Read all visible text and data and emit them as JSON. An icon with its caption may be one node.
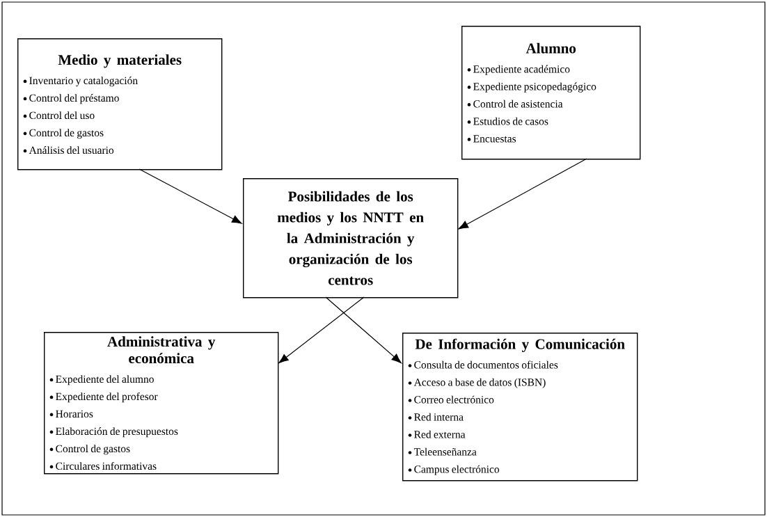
{
  "diagram": {
    "nodes": [
      {
        "text": [
          "Medio y materiales",
          "Inventario y catalogación",
          "Control del préstamo",
          "Control del uso",
          "Control de gastos",
          "Análisis del usuario"
        ]
      },
      {
        "text": [
          "Alumno",
          "Expediente académico",
          "Expediente psicopedagógico",
          "Control de asistencia",
          "Estudios de casos",
          "Encuestas"
        ]
      },
      {
        "text": [
          "Posibilidades de los medios y los NNTT en la Administración y organización de los centros"
        ]
      },
      {
        "text": [
          "Administrativa y económica",
          "Expediente del alumno",
          "Expediente del profesor",
          "Horarios",
          "Elaboración de presupuestos",
          "Control de gastos",
          "Circulares informativas"
        ]
      },
      {
        "text": [
          "De Información y Comunicación",
          "Consulta de documentos oficiales",
          "Acceso a base de datos (ISBN)",
          "Correo electrónico",
          "Red interna",
          "Red externa",
          "Teleenseñanza",
          "Campus electrónico"
        ]
      }
    ],
    "edges": [
      {
        "from": 0,
        "to": 2,
        "arrow": "to"
      },
      {
        "from": 1,
        "to": 2,
        "arrow": "to"
      },
      {
        "from": 2,
        "to": 3,
        "arrow": "to"
      },
      {
        "from": 2,
        "to": 4,
        "arrow": "to"
      }
    ]
  }
}
